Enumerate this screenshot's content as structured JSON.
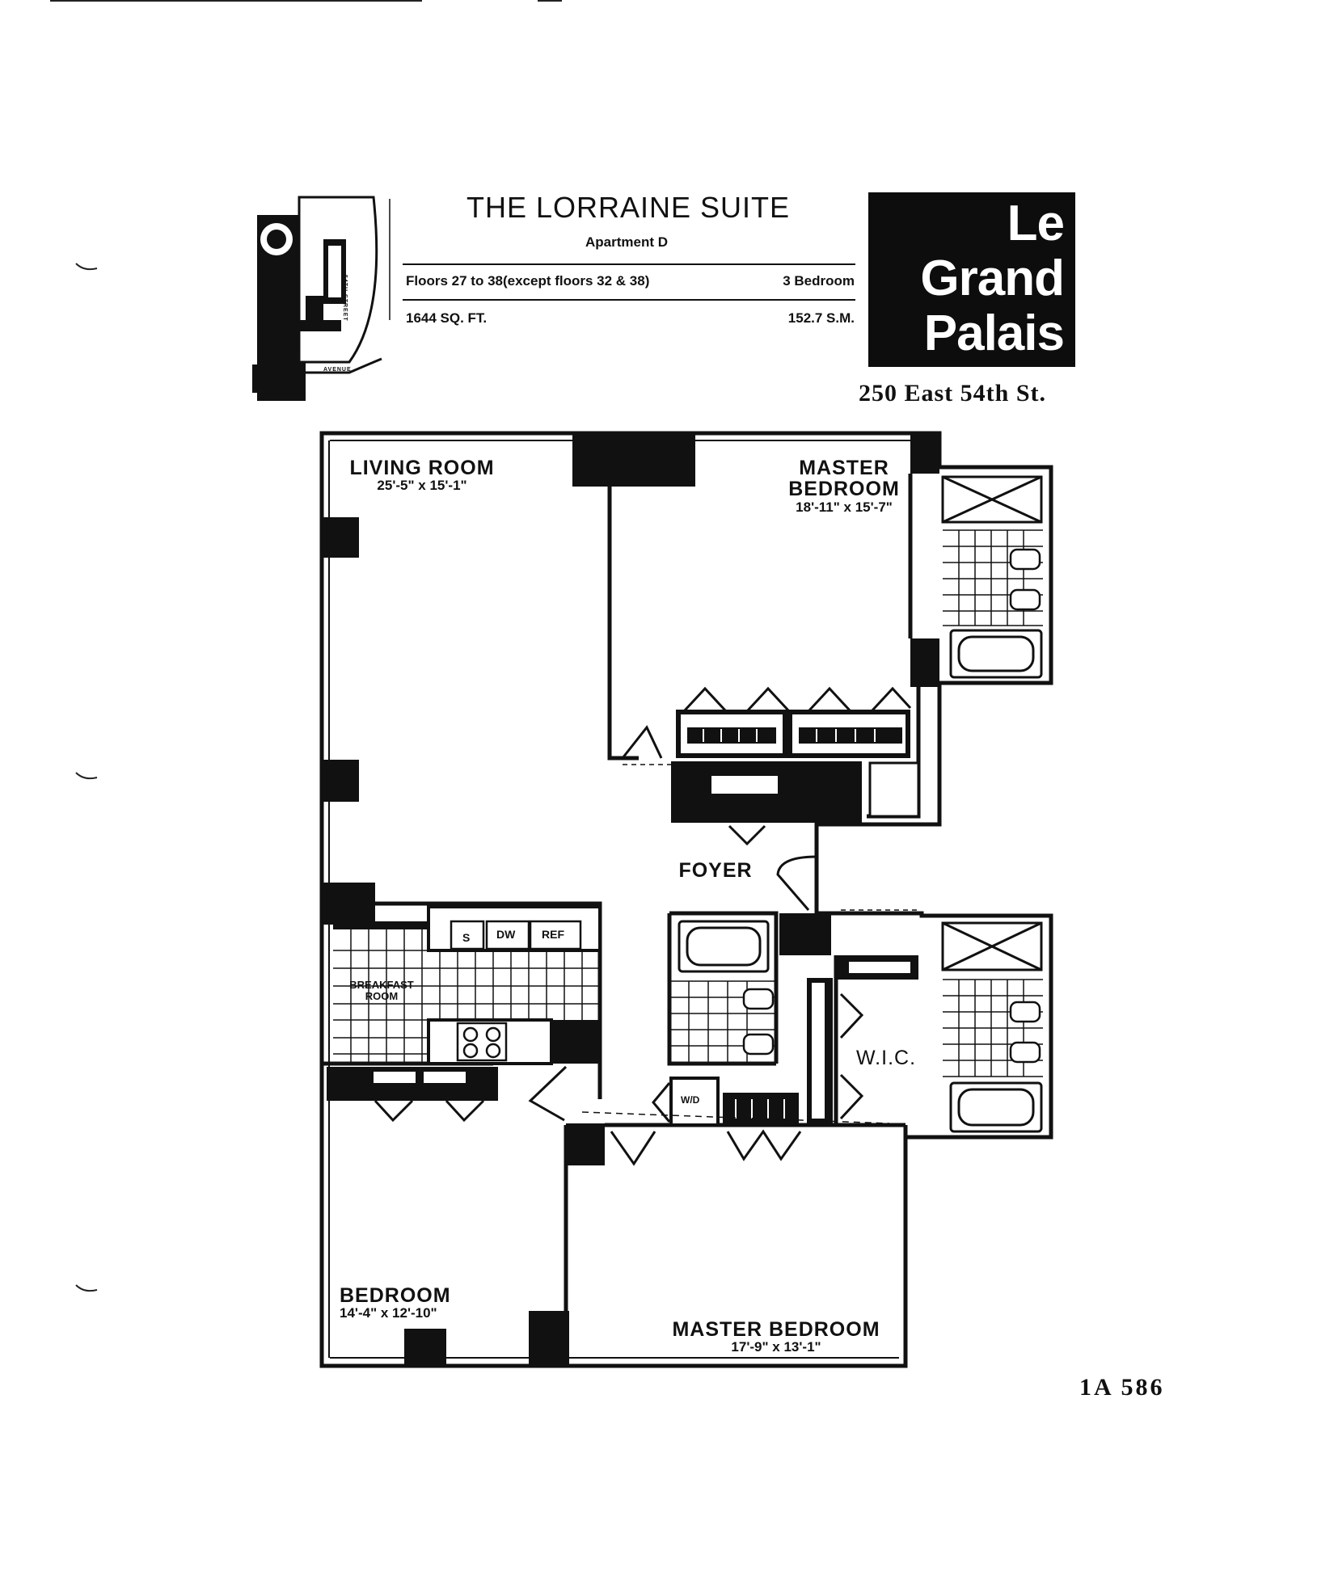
{
  "header": {
    "title": "THE LORRAINE SUITE",
    "apartment": "Apartment D",
    "floors": "Floors 27 to 38(except floors 32 & 38)",
    "bedrooms": "3 Bedroom",
    "sq_ft": "1644 SQ. FT.",
    "sq_m": "152.7 S.M."
  },
  "logo": {
    "line1": "Le",
    "line2": "Grand",
    "line3": "Palais"
  },
  "address": "250 East 54th St.",
  "reference": "1A 586",
  "site_plan": {
    "street_label": "54TH STREET",
    "avenue_label": "AVENUE"
  },
  "rooms": {
    "living": {
      "name": "LIVING ROOM",
      "dims": "25'-5\" x 15'-1\""
    },
    "master_top": {
      "name1": "MASTER",
      "name2": "BEDROOM",
      "dims": "18'-11\" x 15'-7\""
    },
    "foyer": {
      "name": "FOYER"
    },
    "breakfast": {
      "name1": "BREAKFAST",
      "name2": "ROOM"
    },
    "wic": {
      "name": "W.I.C."
    },
    "bedroom": {
      "name": "BEDROOM",
      "dims": "14'-4\" x 12'-10\""
    },
    "master_bottom": {
      "name": "MASTER BEDROOM",
      "dims": "17'-9\" x 13'-1\""
    }
  },
  "fixtures": {
    "sink": "S",
    "dishwasher": "DW",
    "refrigerator": "REF",
    "washer_dryer": "W/D"
  },
  "colors": {
    "ink": "#111111",
    "paper": "#ffffff"
  }
}
